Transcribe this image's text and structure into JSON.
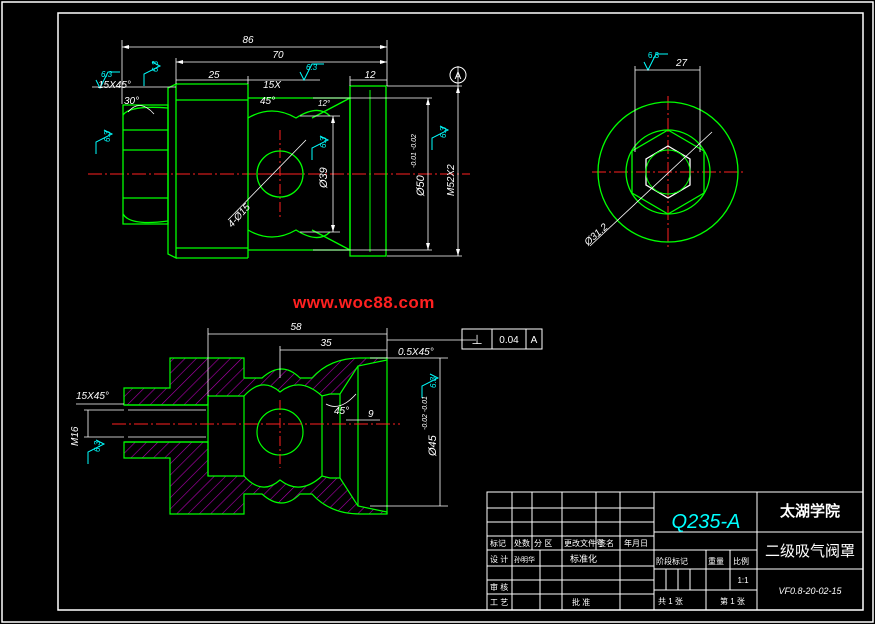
{
  "watermark": "www.woc88.com",
  "dimensions": {
    "top_86": "86",
    "top_70": "70",
    "top_25": "25",
    "top_15x": "15X",
    "top_12": "12",
    "chamfer_15x45": "15X45°",
    "angle_30": "30°",
    "angle_45_top": "45°",
    "angle_12": "12°",
    "dia_39": "Ø39",
    "dia_50": "Ø50",
    "dia_50_tol": "-0.01 -0.02",
    "thread_m52": "M52X2",
    "holes_4x15": "4-Ø15",
    "datum_a": "A",
    "side_27": "27",
    "dia_31_2": "Ø31.2",
    "sec_58": "58",
    "sec_35": "35",
    "sec_chamfer_05": "0.5X45°",
    "sec_chamfer_15": "15X45°",
    "sec_m16": "M16",
    "sec_angle_45": "45°",
    "sec_9": "9",
    "sec_dia_45": "Ø45",
    "sec_dia_45_tol": "-0.02 -0.01",
    "rough_63": "6.3"
  },
  "tolerance_frame": {
    "symbol": "⊥",
    "value": "0.04",
    "datum": "A"
  },
  "title_block": {
    "material": "Q235-A",
    "school": "太湖学院",
    "part_name": "二级吸气阀罩",
    "scale": "1:1",
    "drawing_no": "VF0.8-20-02-15",
    "hdr_mark": "标记",
    "hdr_count": "处数",
    "hdr_zone": "分 区",
    "hdr_doc": "更改文件号",
    "hdr_sign": "签名",
    "hdr_date": "年月日",
    "hdr_design": "设 计",
    "hdr_designer": "孙明华",
    "hdr_std": "标准化",
    "hdr_stage": "阶段标记",
    "hdr_weight": "重量",
    "hdr_ratio": "比例",
    "hdr_review": "审 核",
    "hdr_craft": "工 艺",
    "hdr_approve": "批 准",
    "hdr_total": "共 1 张",
    "hdr_sheet": "第 1 张"
  }
}
